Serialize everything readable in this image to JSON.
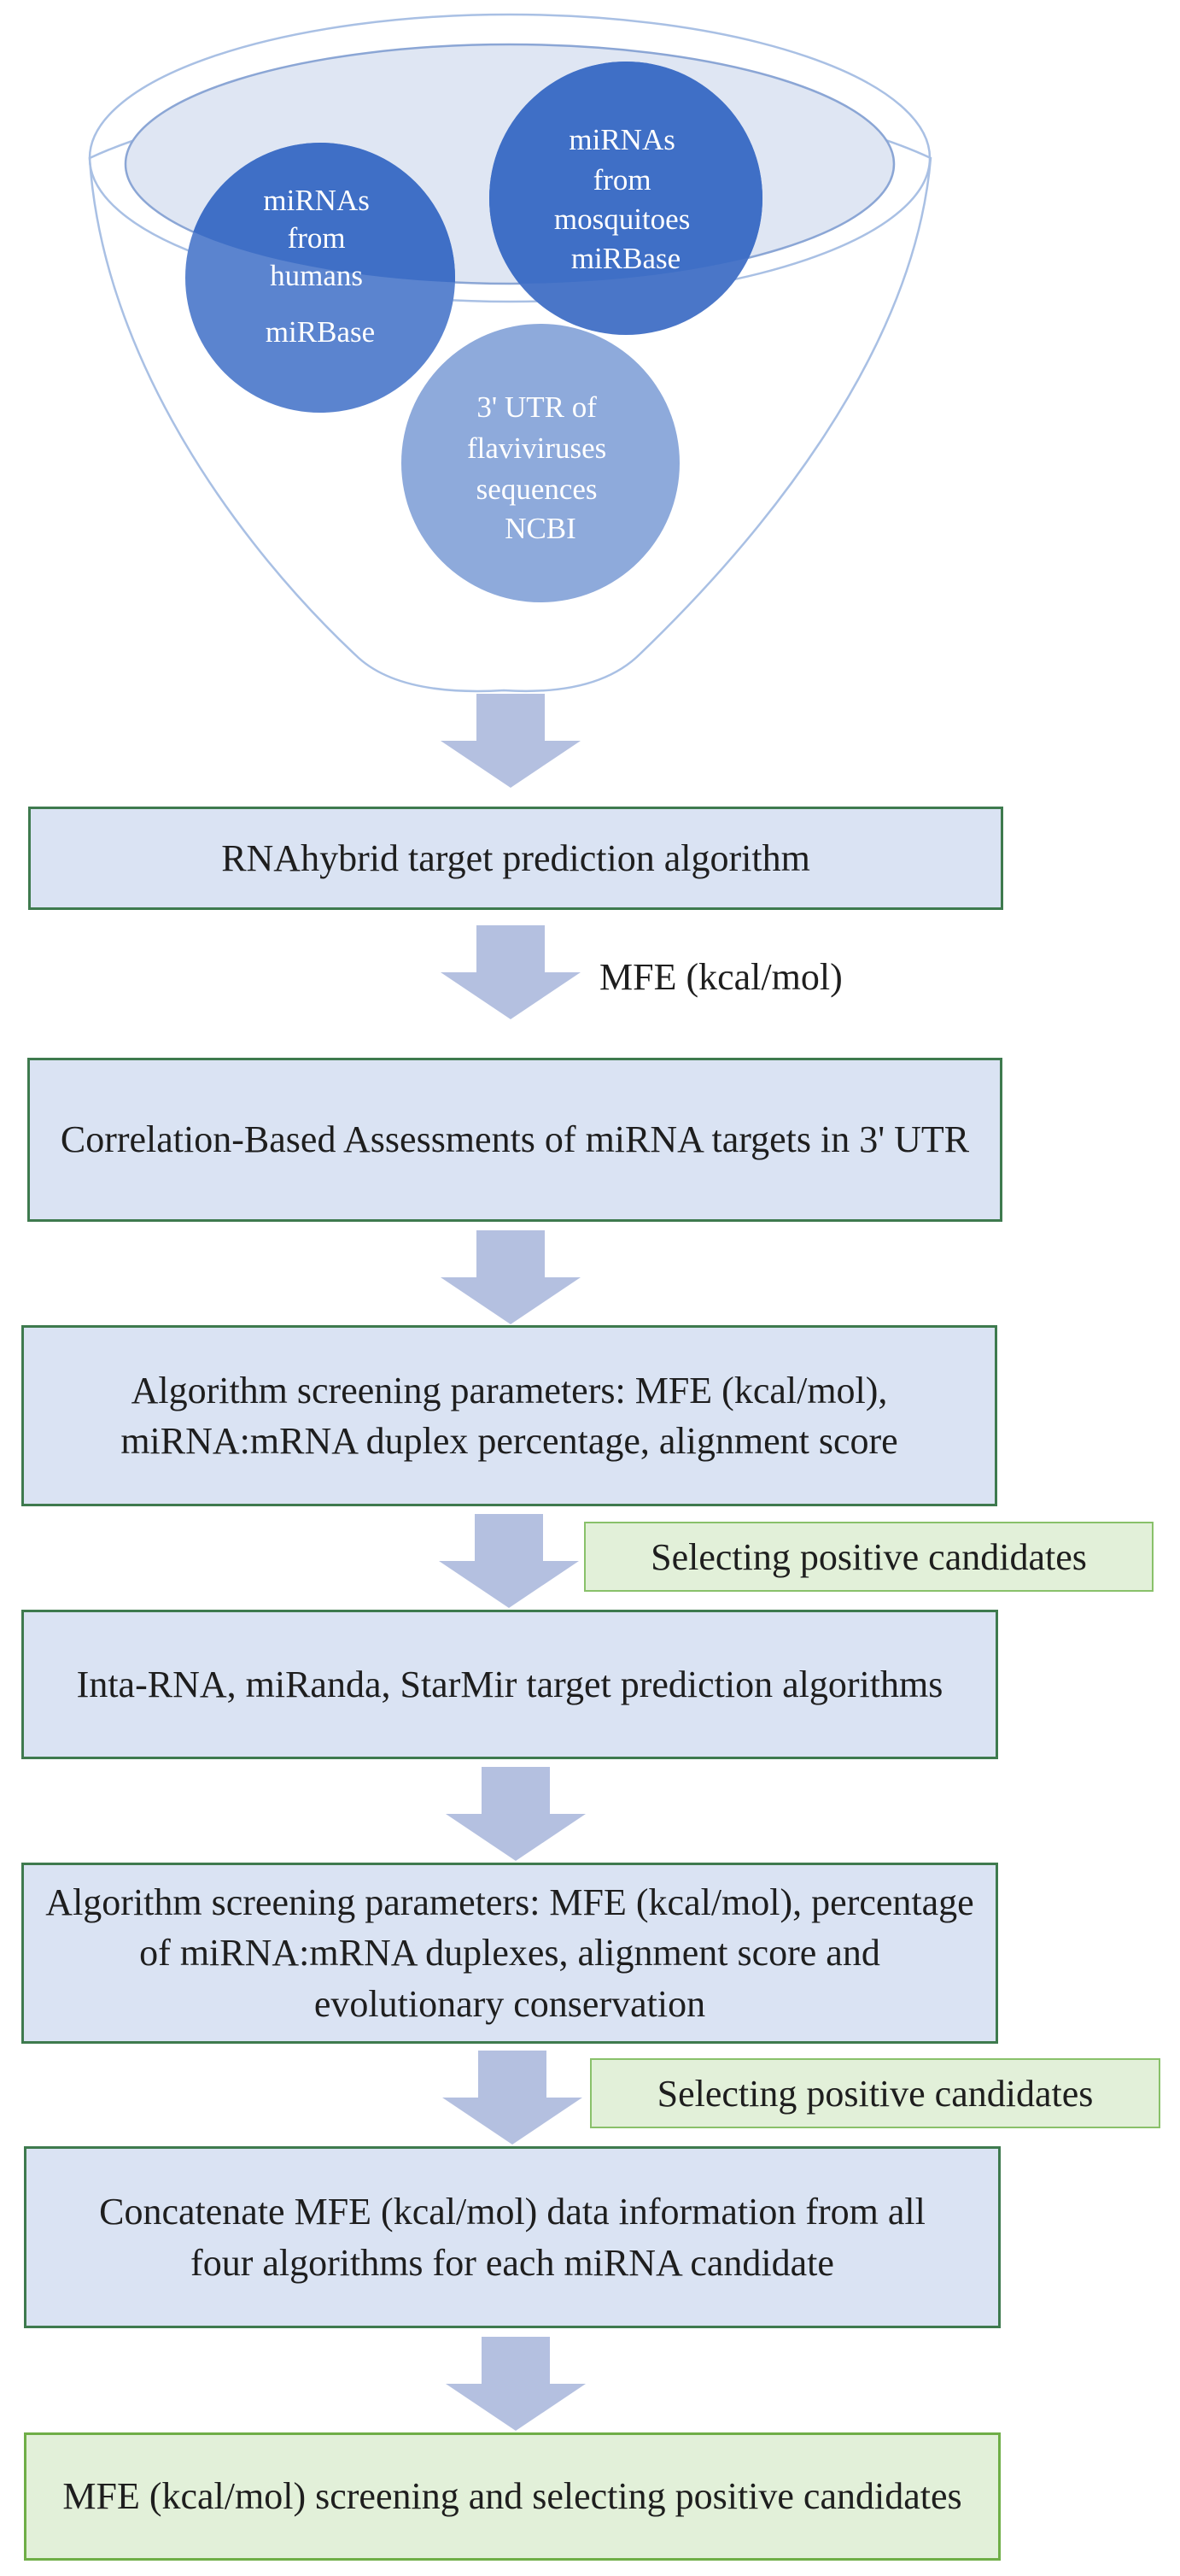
{
  "funnel": {
    "circles": [
      {
        "id": "humans",
        "lines": [
          "miRNAs",
          "from",
          "humans",
          "miRBase"
        ]
      },
      {
        "id": "mosquitoes",
        "lines": [
          "miRNAs",
          "from",
          "mosquitoes",
          "miRBase"
        ]
      },
      {
        "id": "flavivirus",
        "lines": [
          "3' UTR  of",
          "flaviviruses",
          "sequences",
          "NCBI"
        ]
      }
    ]
  },
  "steps": [
    {
      "id": "rnahybrid",
      "text": "RNAhybrid target prediction algorithm"
    },
    {
      "id": "correlation",
      "text": "Correlation-Based Assessments of miRNA targets in 3' UTR"
    },
    {
      "id": "screening1",
      "text": "Algorithm screening parameters: MFE (kcal/mol), miRNA:mRNA duplex percentage, alignment score"
    },
    {
      "id": "algorithms",
      "text": "Inta-RNA, miRanda, StarMir  target prediction algorithms"
    },
    {
      "id": "screening2",
      "text": "Algorithm screening parameters: MFE (kcal/mol), percentage of miRNA:mRNA duplexes, alignment score and evolutionary conservation"
    },
    {
      "id": "concatenate",
      "text": "Concatenate MFE (kcal/mol) data information from all four algorithms for each miRNA candidate"
    },
    {
      "id": "final",
      "text": "MFE (kcal/mol) screening and selecting positive candidates"
    }
  ],
  "annotations": {
    "mfe": "MFE (kcal/mol)",
    "select1": "Selecting positive candidates",
    "select2": "Selecting positive candidates"
  },
  "colors": {
    "box_fill": "#dae3f3",
    "box_border": "#3e7a4e",
    "green_fill": "#e2f0d9",
    "green_border": "#6fae47",
    "arrow": "#b4c0e0",
    "circle_dark": "#4472c4",
    "circle_light": "#8eaadb"
  }
}
